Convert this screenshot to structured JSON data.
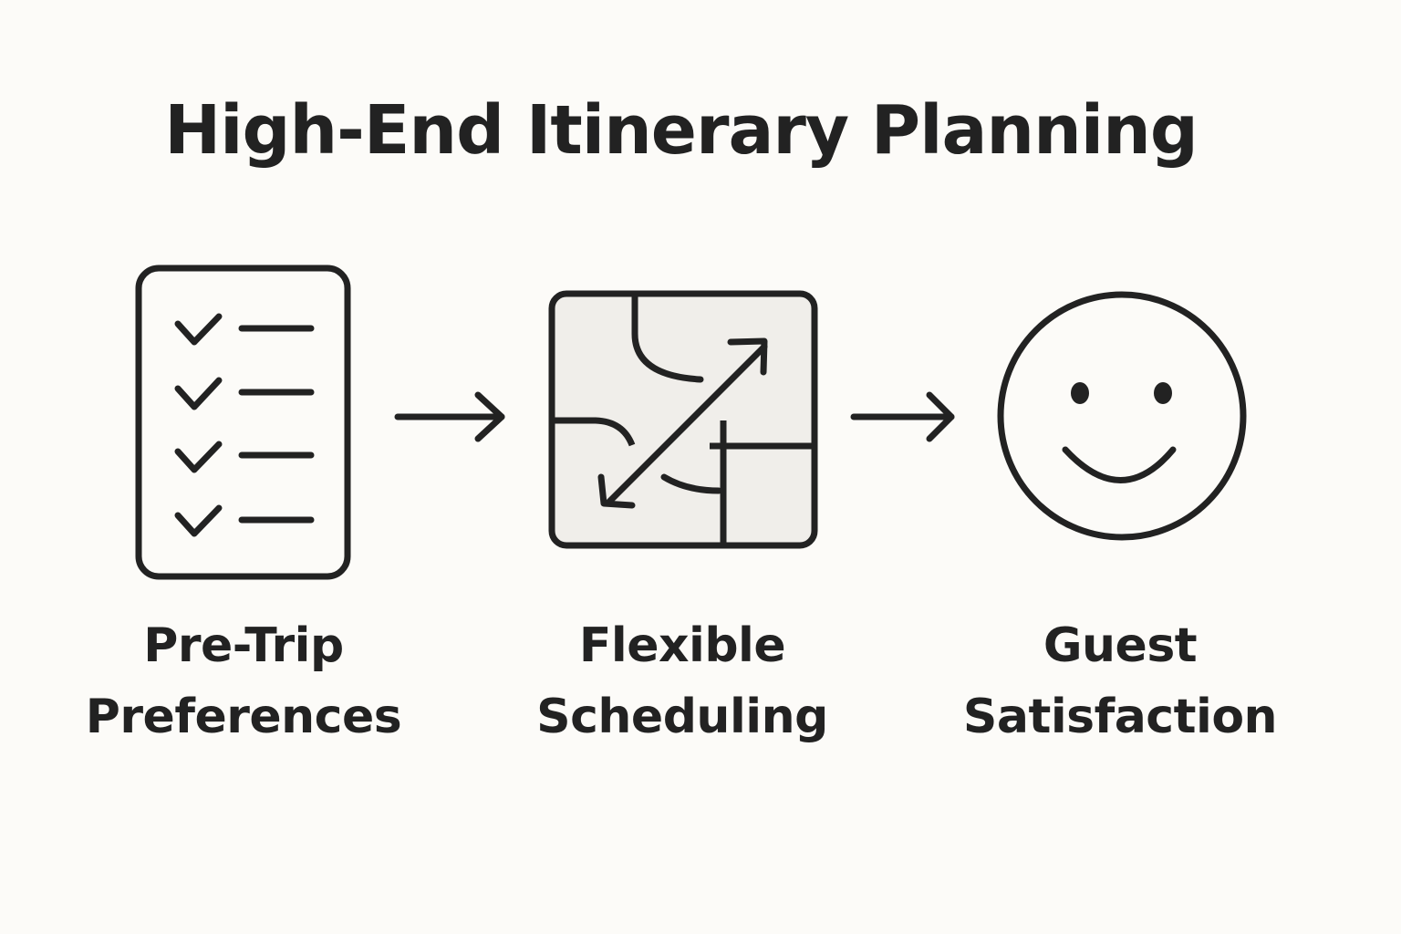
{
  "title": "High-End Itinerary Planning",
  "colors": {
    "background": "#fcfbf8",
    "ink": "#222222",
    "map_fill": "#f0eeea"
  },
  "steps": [
    {
      "icon": "checklist-icon",
      "label_line1": "Pre-Trip",
      "label_line2": "Preferences"
    },
    {
      "icon": "map-route-icon",
      "label_line1": "Flexible",
      "label_line2": "Scheduling"
    },
    {
      "icon": "smiley-face-icon",
      "label_line1": "Guest",
      "label_line2": "Satisfaction"
    }
  ],
  "connectors": [
    {
      "icon": "arrow-right-icon"
    },
    {
      "icon": "arrow-right-icon"
    }
  ]
}
